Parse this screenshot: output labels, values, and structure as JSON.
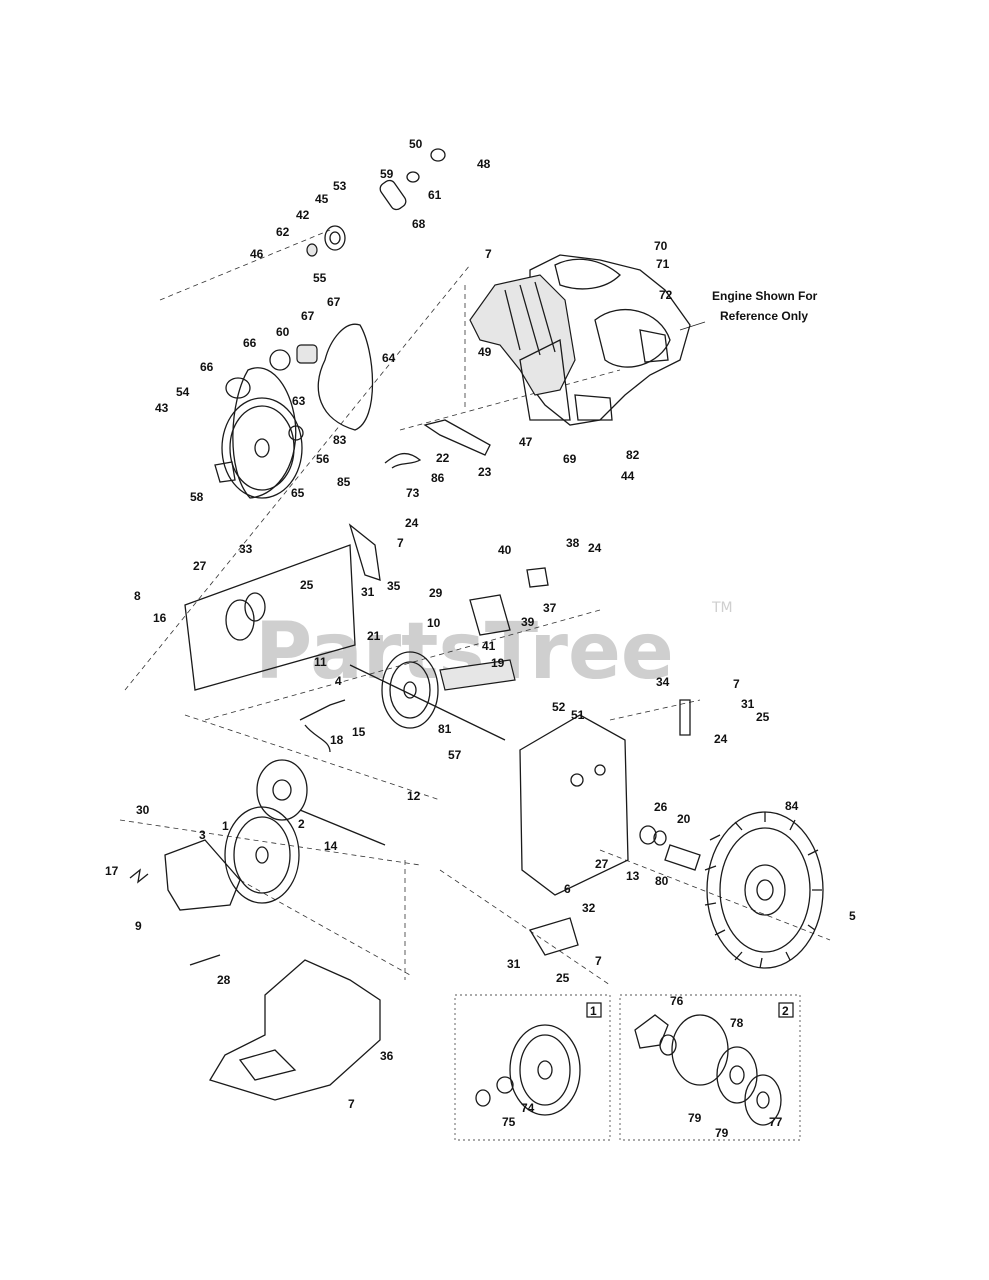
{
  "watermark": {
    "text": "PartsTree",
    "tm": "TM"
  },
  "engine_note": {
    "line1": "Engine Shown For",
    "line2": "Reference Only"
  },
  "callouts": [
    "50",
    "48",
    "59",
    "53",
    "61",
    "45",
    "42",
    "68",
    "62",
    "46",
    "55",
    "7",
    "70",
    "71",
    "72",
    "67",
    "67",
    "60",
    "64",
    "66",
    "66",
    "49",
    "54",
    "43",
    "63",
    "83",
    "56",
    "22",
    "23",
    "47",
    "69",
    "82",
    "44",
    "85",
    "86",
    "73",
    "58",
    "65",
    "24",
    "7",
    "33",
    "35",
    "25",
    "31",
    "27",
    "8",
    "16",
    "40",
    "38",
    "24",
    "29",
    "37",
    "39",
    "41",
    "21",
    "10",
    "19",
    "11",
    "4",
    "34",
    "7",
    "31",
    "25",
    "24",
    "18",
    "15",
    "81",
    "57",
    "52",
    "51",
    "30",
    "1",
    "2",
    "12",
    "14",
    "3",
    "26",
    "20",
    "84",
    "17",
    "27",
    "13",
    "80",
    "9",
    "6",
    "32",
    "5",
    "31",
    "25",
    "7",
    "28",
    "76",
    "78",
    "36",
    "74",
    "75",
    "79",
    "79",
    "77",
    "7"
  ],
  "inset_boxes": [
    "1",
    "2"
  ]
}
